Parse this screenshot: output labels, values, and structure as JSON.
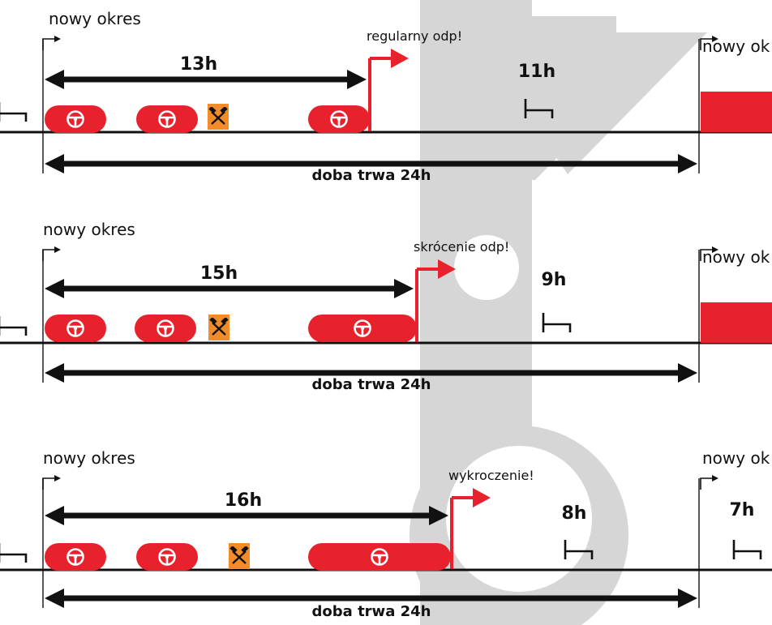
{
  "colors": {
    "drive": "#e8222c",
    "work": "#f28c28",
    "black": "#111111",
    "watermark": "#d6d6d6"
  },
  "icons": {
    "drive": "steering-wheel-icon",
    "work": "crossed-hammers-icon",
    "rest": "bed-icon",
    "period_start": "corner-arrow-icon",
    "flag": "red-flag-arrow-icon"
  },
  "rows": [
    {
      "new_period_label": "nowy okres",
      "next_period_label": "nowy ok",
      "duty_label": "13h",
      "rest_label": "11h",
      "flag_label": "regularny odp!",
      "day_label": "doba trwa 24h"
    },
    {
      "new_period_label": "nowy okres",
      "next_period_label": "nowy ok",
      "duty_label": "15h",
      "rest_label": "9h",
      "flag_label": "skrócenie odp!",
      "day_label": "doba trwa 24h"
    },
    {
      "new_period_label": "nowy okres",
      "next_period_label": "nowy ok",
      "duty_label": "16h",
      "rest_label": "8h",
      "next_rest_label": "7h",
      "flag_label": "wykroczenie!",
      "day_label": "doba trwa 24h"
    }
  ]
}
